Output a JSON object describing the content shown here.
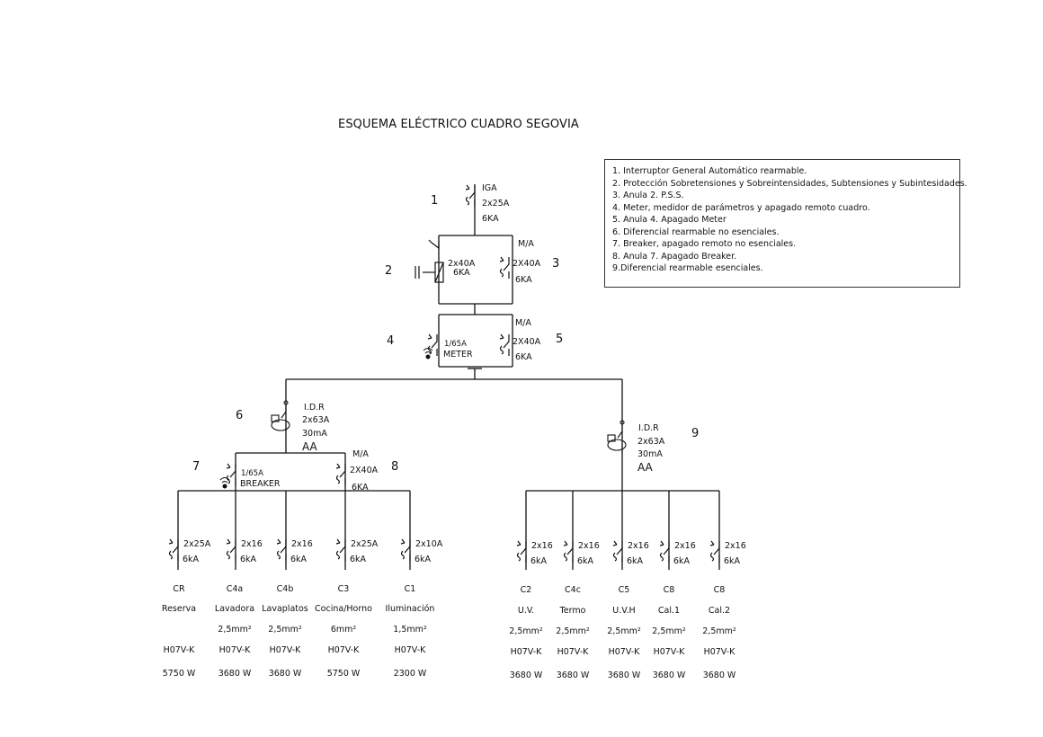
{
  "title": "ESQUEMA ELÉCTRICO CUADRO SEGOVIA",
  "legend": [
    "1. Interruptor General Automático rearmable.",
    "2. Protección Sobretensiones y Sobreintensidades, Subtensiones y Subintesidades.",
    "3. Anula 2. P.S.S.",
    "4. Meter, medidor de parámetros y apagado remoto cuadro.",
    "5. Anula 4. Apagado Meter",
    "6. Diferencial rearmable no esenciales.",
    "7. Breaker, apagado remoto no esenciales.",
    "8. Anula 7. Apagado Breaker.",
    "9.Diferencial rearmable esenciales."
  ],
  "devices": {
    "iga": {
      "num": "1",
      "lines": [
        "IGA",
        "2x25A",
        "6KA"
      ]
    },
    "pss": {
      "num": "2",
      "lines": [
        "2x40A",
        "6KA"
      ]
    },
    "ma1": {
      "num": "3",
      "lines": [
        "M/A",
        "2X40A",
        "6KA"
      ]
    },
    "meter": {
      "num": "4",
      "lines": [
        "1/65A",
        "METER"
      ]
    },
    "ma2": {
      "num": "5",
      "lines": [
        "M/A",
        "2X40A",
        "6KA"
      ]
    },
    "idr1": {
      "num": "6",
      "lines": [
        "I.D.R",
        "2x63A",
        "30mA",
        "AA"
      ]
    },
    "breaker": {
      "num": "7",
      "lines": [
        "1/65A",
        "BREAKER"
      ]
    },
    "ma3": {
      "num": "8",
      "lines": [
        "M/A",
        "2X40A",
        "6KA"
      ]
    },
    "idr2": {
      "num": "9",
      "lines": [
        "I.D.R",
        "2x63A",
        "30mA",
        "AA"
      ]
    }
  },
  "circuits": [
    {
      "rating": "2x25A",
      "ka": "6kA",
      "code": "CR",
      "name": "Reserva",
      "section": "",
      "cable": "H07V-K",
      "power": "5750 W"
    },
    {
      "rating": "2x16",
      "ka": "6kA",
      "code": "C4a",
      "name": "Lavadora",
      "section": "2,5mm²",
      "cable": "H07V-K",
      "power": "3680 W"
    },
    {
      "rating": "2x16",
      "ka": "6kA",
      "code": "C4b",
      "name": "Lavaplatos",
      "section": "2,5mm²",
      "cable": "H07V-K",
      "power": "3680 W"
    },
    {
      "rating": "2x25A",
      "ka": "6kA",
      "code": "C3",
      "name": "Cocina/Horno",
      "section": "6mm²",
      "cable": "H07V-K",
      "power": "5750 W"
    },
    {
      "rating": "2x10A",
      "ka": "6kA",
      "code": "C1",
      "name": "Iluminación",
      "section": "1,5mm²",
      "cable": "H07V-K",
      "power": "2300 W"
    },
    {
      "rating": "2x16",
      "ka": "6kA",
      "code": "C2",
      "name": "U.V.",
      "section": "2,5mm²",
      "cable": "H07V-K",
      "power": "3680 W"
    },
    {
      "rating": "2x16",
      "ka": "6kA",
      "code": "C4c",
      "name": "Termo",
      "section": "2,5mm²",
      "cable": "H07V-K",
      "power": "3680 W"
    },
    {
      "rating": "2x16",
      "ka": "6kA",
      "code": "C5",
      "name": "U.V.H",
      "section": "2,5mm²",
      "cable": "H07V-K",
      "power": "3680 W"
    },
    {
      "rating": "2x16",
      "ka": "6kA",
      "code": "C8",
      "name": "Cal.1",
      "section": "2,5mm²",
      "cable": "H07V-K",
      "power": "3680 W"
    },
    {
      "rating": "2x16",
      "ka": "6kA",
      "code": "C8",
      "name": "Cal.2",
      "section": "2,5mm²",
      "cable": "H07V-K",
      "power": "3680 W"
    }
  ]
}
